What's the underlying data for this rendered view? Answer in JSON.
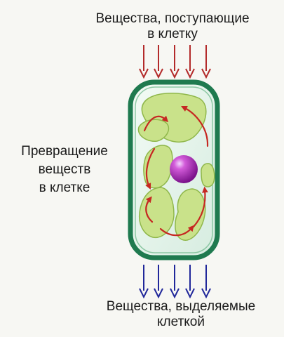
{
  "labels": {
    "input_line1": "Вещества, поступающие",
    "input_line2": "в клетку",
    "transform_line1": "Превращение",
    "transform_line2": "веществ",
    "transform_line3": "в клетке",
    "output_line1": "Вещества, выделяемые",
    "output_line2": "клеткой"
  },
  "colors": {
    "background": "#f7f7f3",
    "input_arrow": "#b32a2a",
    "output_arrow": "#20279a",
    "cell_wall": "#1f7a4f",
    "cytoplasm": "#dff0e6",
    "organelle_fill": "#c9e28a",
    "organelle_stroke": "#8fb74a",
    "nucleus": "#a425b6",
    "cyclosis_arrow": "#c62822"
  }
}
